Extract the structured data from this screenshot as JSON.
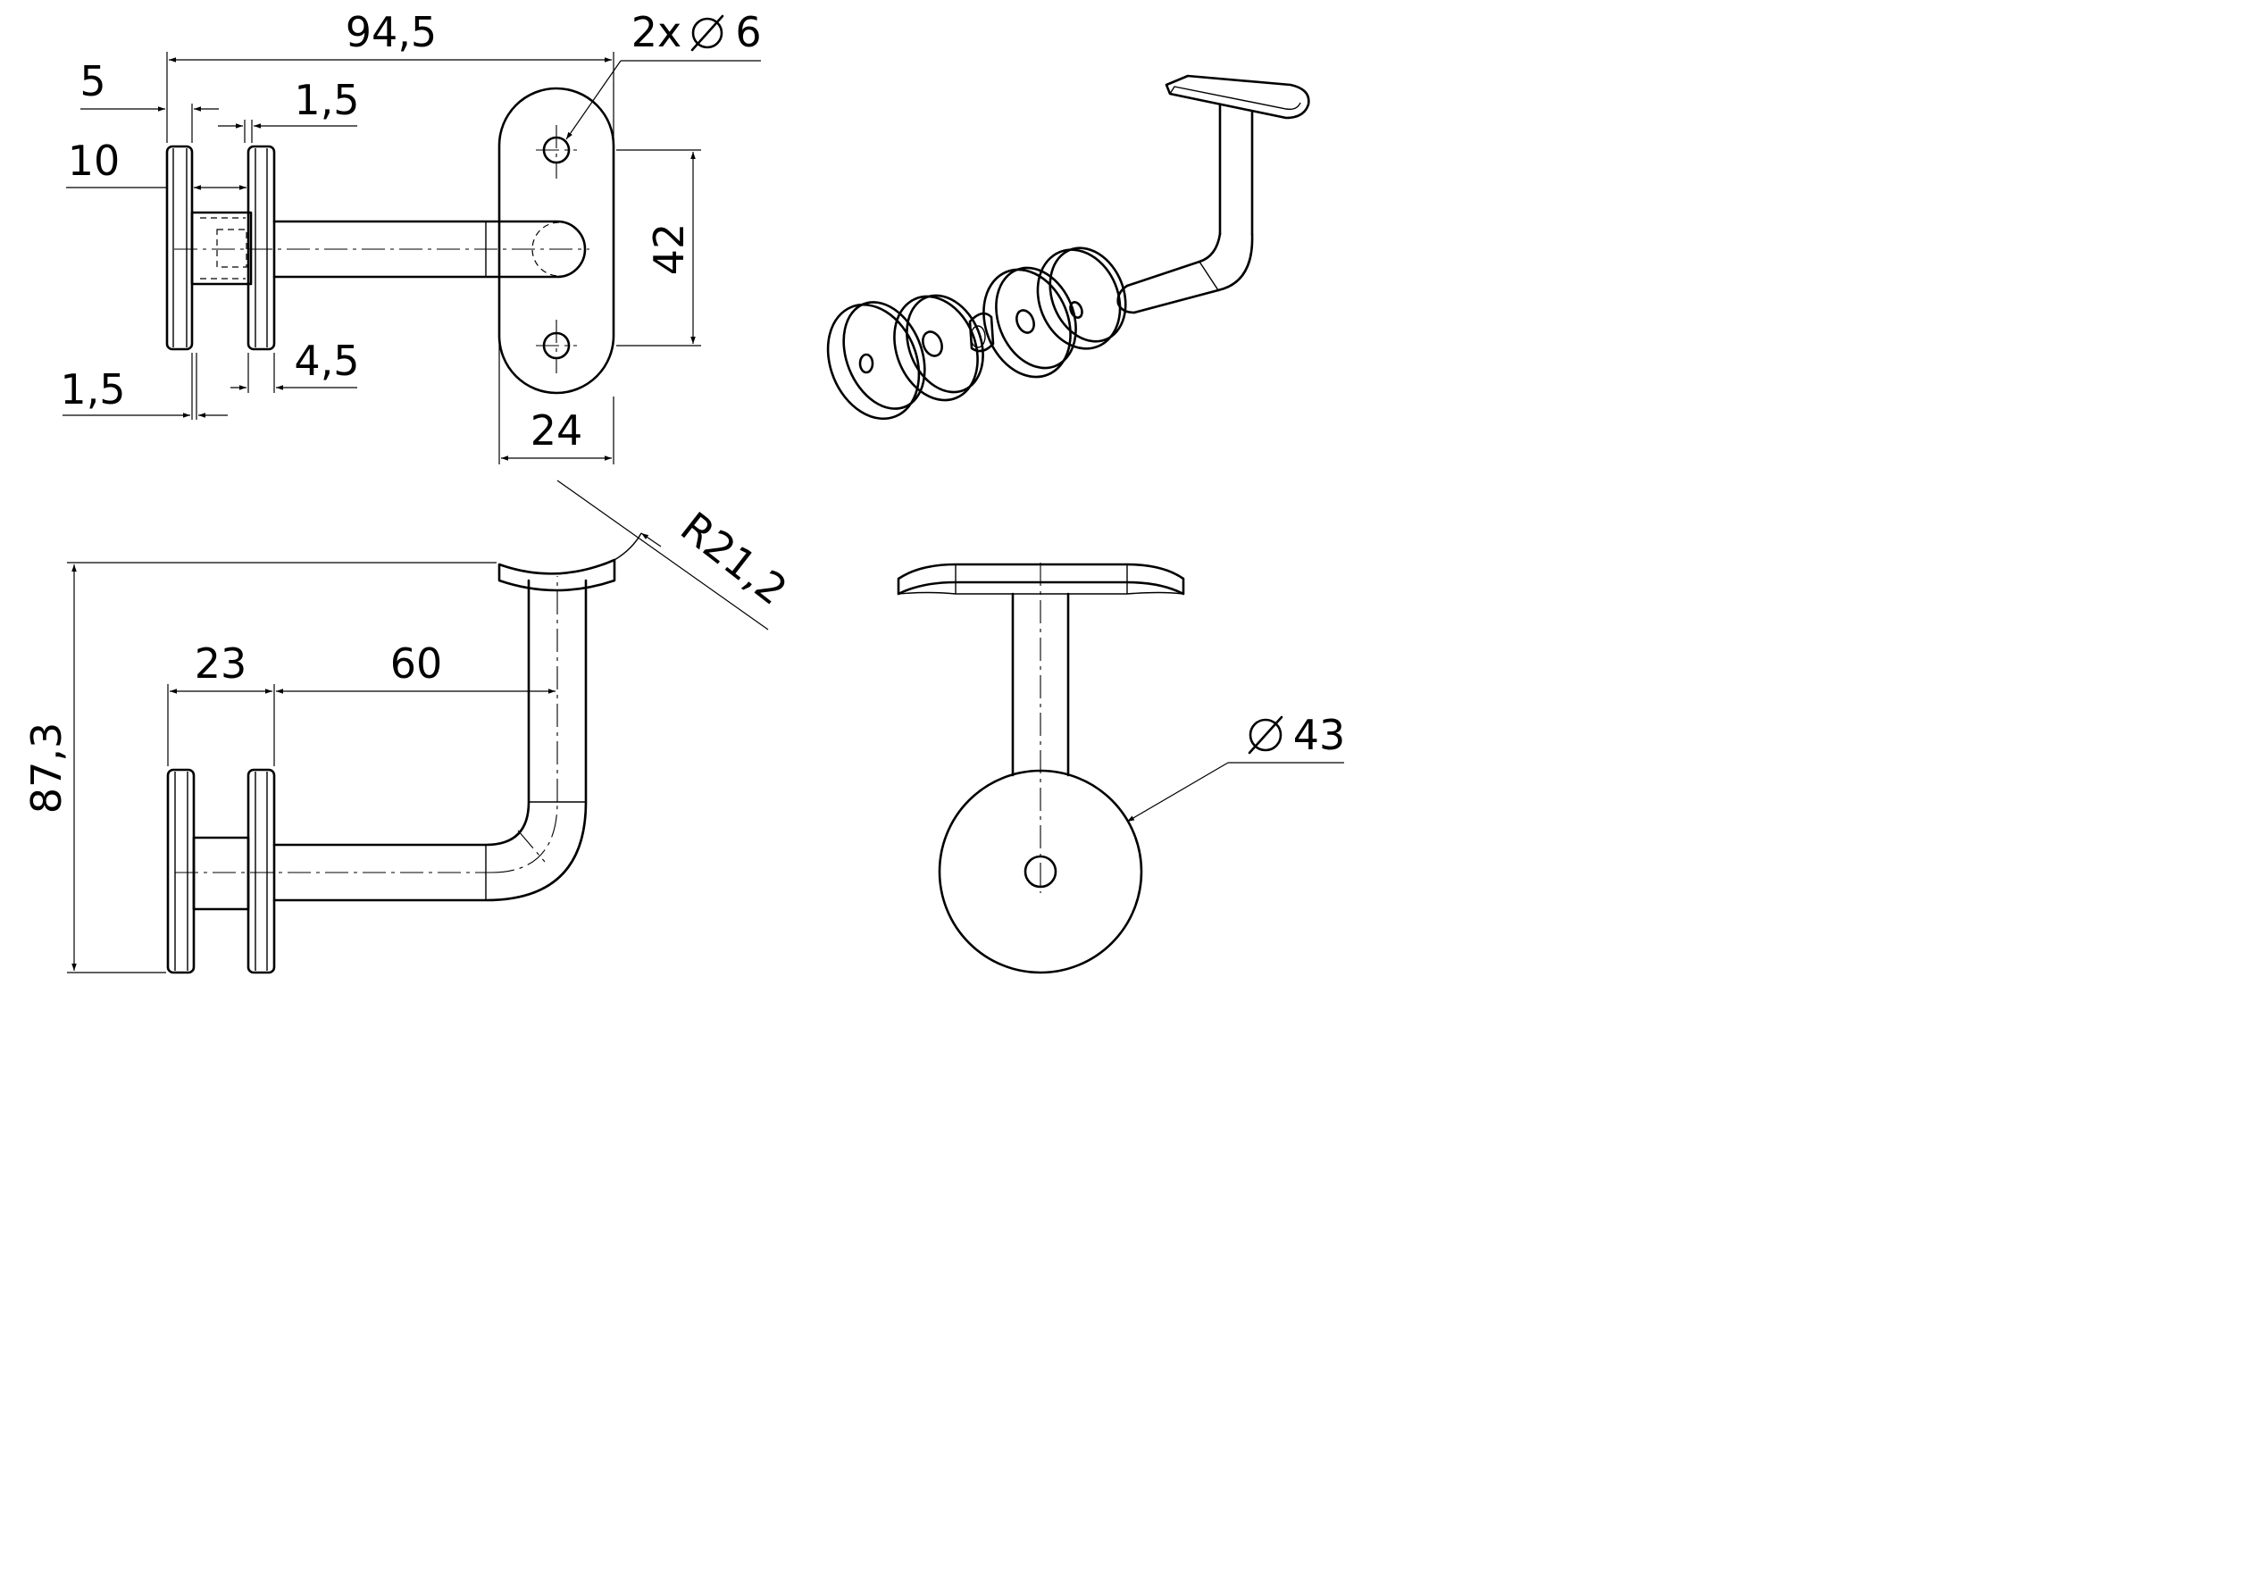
{
  "drawing": {
    "dimensions": {
      "overall_length": "94,5",
      "holes": "2x",
      "hole_diameter": "6",
      "flange_thickness": "5",
      "gap_top": "1,5",
      "spacer_length": "10",
      "pad_thickness": "4,5",
      "gap_bottom": "1,5",
      "plate_hole_spacing": "42",
      "plate_width": "24",
      "radius": "R21,2",
      "flange_to_flange": "23",
      "arm_length": "60",
      "height": "87,3",
      "disc_diameter": "43"
    },
    "views": [
      "top-view",
      "isometric-view",
      "side-view",
      "front-view"
    ]
  }
}
